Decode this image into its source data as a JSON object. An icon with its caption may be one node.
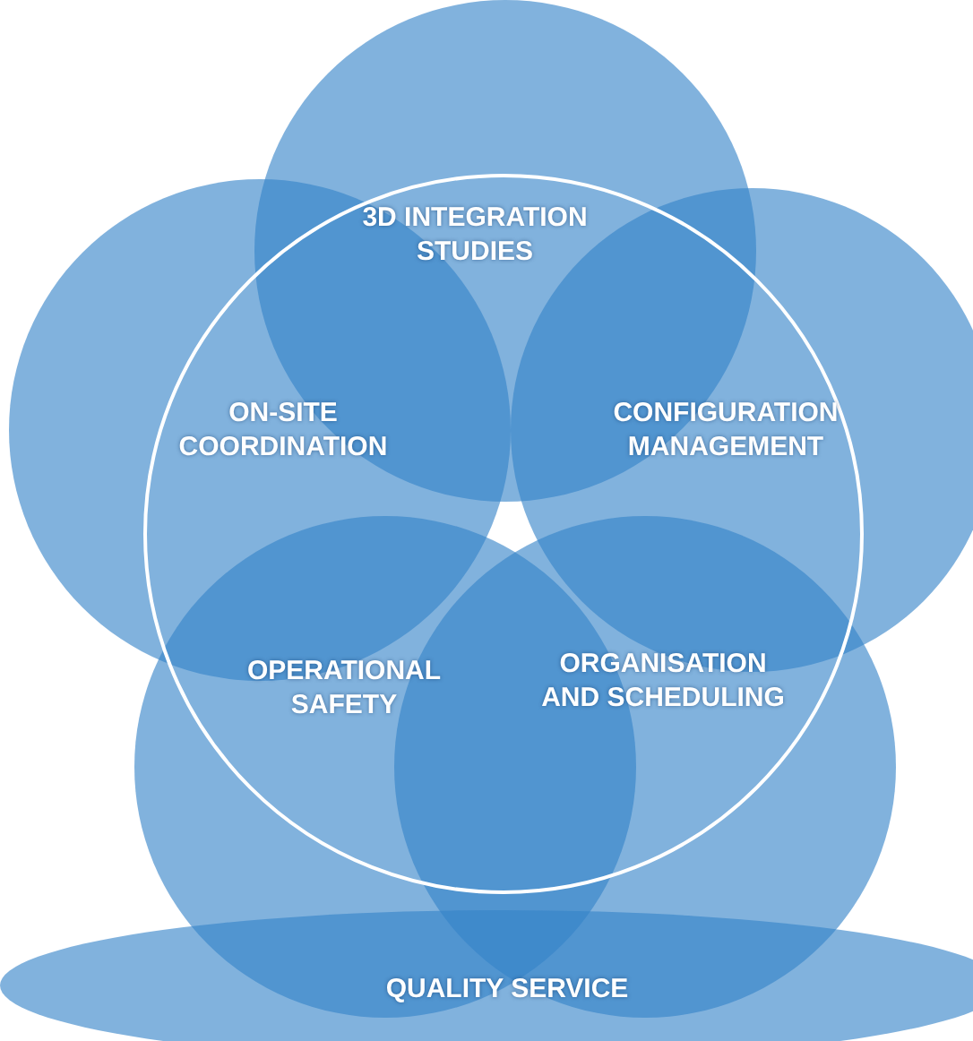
{
  "diagram": {
    "nodes": [
      {
        "text": [
          "3D INTEGRATION STUDIES"
        ]
      },
      {
        "text": [
          "ON-SITE COORDINATION"
        ]
      },
      {
        "text": [
          "CONFIGURATION MANAGEMENT"
        ]
      },
      {
        "text": [
          "OPERATIONAL SAFETY"
        ]
      },
      {
        "text": [
          "ORGANISATION AND SCHEDULING"
        ]
      },
      {
        "text": [
          "QUALITY SERVICE"
        ]
      }
    ],
    "edges": []
  }
}
